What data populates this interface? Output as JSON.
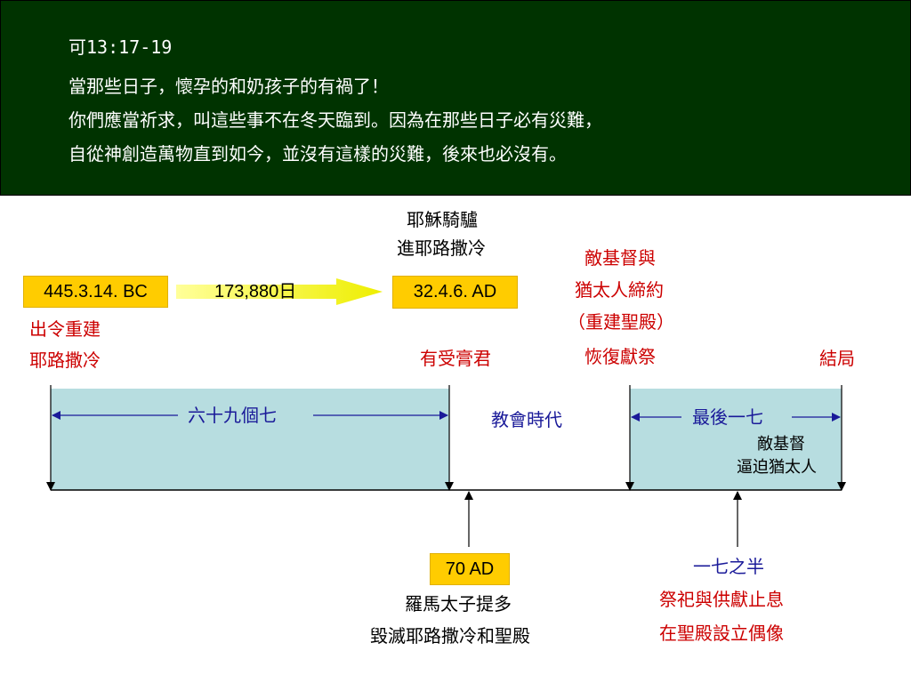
{
  "header": {
    "reference": "可13:17-19",
    "verses": [
      "當那些日子，懷孕的和奶孩子的有禍了！",
      "你們應當祈求，叫這些事不在冬天臨到。因為在那些日子必有災難，",
      "自從神創造萬物直到如今，並沒有這樣的災難，後來也必沒有。"
    ]
  },
  "timeline": {
    "start_date": "445.3.14. BC",
    "start_event": [
      "出令重建",
      "耶路撒冷"
    ],
    "span_days": "173,880日",
    "triumph_date": "32.4.6. AD",
    "triumph_event": [
      "耶穌騎驢",
      "進耶路撒冷"
    ],
    "messiah_cut_off": "有受膏君",
    "covenant_event": [
      "敵基督與",
      "猶太人締約",
      "（重建聖殿）",
      "恢復獻祭"
    ],
    "end_label": "結局",
    "period_69": "六十九個七",
    "church_age": "教會時代",
    "last_week": "最後一七",
    "persecution": [
      "敵基督",
      "逼迫猶太人"
    ],
    "destruction_date": "70 AD",
    "destruction_event": [
      "羅馬太子提多",
      "毀滅耶路撒冷和聖殿"
    ],
    "half_week": "一七之半",
    "abomination": [
      "祭祀與供獻止息",
      "在聖殿設立偶像"
    ]
  },
  "colors": {
    "header_bg": "#003300",
    "box_fill": "#ffcc00",
    "panel_fill": "#b7dde0",
    "red_text": "#cc0000",
    "blue_text": "#1a1a99"
  }
}
